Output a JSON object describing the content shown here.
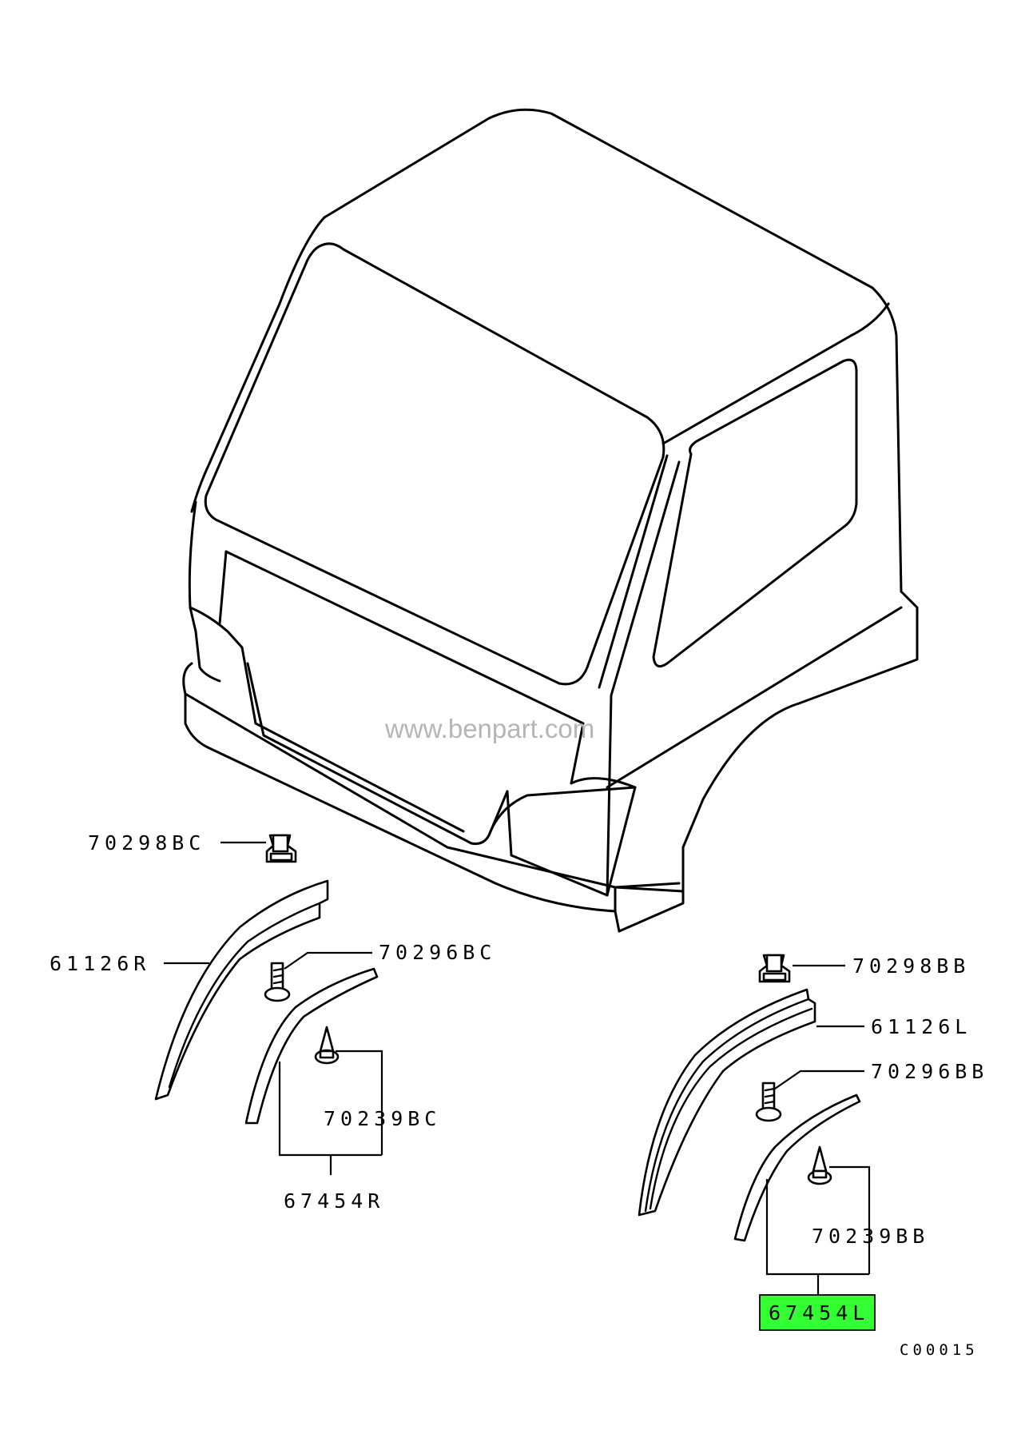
{
  "watermark": "www.benpart.com",
  "diagram_code": "C00015",
  "highlight_color": "#33ff33",
  "parts": {
    "clip_rh": "70298BC",
    "moulding_rh": "61126R",
    "screw_rh": "70296BC",
    "fastener_rh": "70239BC",
    "garnish_rh": "67454R",
    "clip_lh": "70298BB",
    "moulding_lh": "61126L",
    "screw_lh": "70296BB",
    "fastener_lh": "70239BB",
    "garnish_lh": "67454L"
  }
}
